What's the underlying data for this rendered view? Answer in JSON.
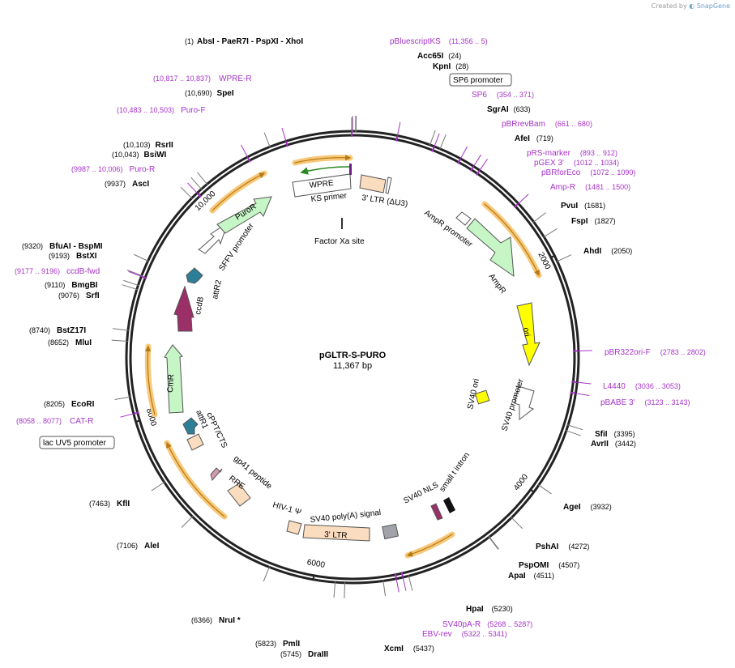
{
  "credit": {
    "prefix": "Created by",
    "brand": "SnapGene"
  },
  "plasmid": {
    "name": "pGLTR-S-PURO",
    "length": "11,367 bp",
    "bp": 11367
  },
  "colors": {
    "primer": "#a632c8",
    "site": "#000000",
    "arrow_green": "#c6f5c6",
    "ltr": "#fadcbe",
    "orf_highlight": "#f8c878",
    "orf_arrow": "#b47814",
    "ccdb": "#9b2f68",
    "attr": "#2c7f96",
    "ori": "#ffff00",
    "polyA": "#a0a4aa"
  },
  "sites": [
    {
      "name": "AbsI  - PaeR7I  - PspXI  - XhoI",
      "pos": "(1)",
      "bp": 1
    },
    {
      "name": "Acc65I",
      "pos": "(24)",
      "bp": 24
    },
    {
      "name": "KpnI",
      "pos": "(28)",
      "bp": 28
    },
    {
      "name": "SgrAI",
      "pos": "(633)",
      "bp": 633
    },
    {
      "name": "AfeI",
      "pos": "(719)",
      "bp": 719
    },
    {
      "name": "PvuI",
      "pos": "(1681)",
      "bp": 1681
    },
    {
      "name": "FspI",
      "pos": "(1827)",
      "bp": 1827
    },
    {
      "name": "AhdI",
      "pos": "(2050)",
      "bp": 2050
    },
    {
      "name": "SfiI",
      "pos": "(3395)",
      "bp": 3395
    },
    {
      "name": "AvrII",
      "pos": "(3442)",
      "bp": 3442
    },
    {
      "name": "AgeI",
      "pos": "(3932)",
      "bp": 3932
    },
    {
      "name": "PshAI",
      "pos": "(4272)",
      "bp": 4272
    },
    {
      "name": "PspOMI",
      "pos": "(4507)",
      "bp": 4507
    },
    {
      "name": "ApaI",
      "pos": "(4511)",
      "bp": 4511
    },
    {
      "name": "HpaI",
      "pos": "(5230)",
      "bp": 5230
    },
    {
      "name": "XcmI",
      "pos": "(5437)",
      "bp": 5437
    },
    {
      "name": "DraIII",
      "pos": "(5745)",
      "bp": 5745
    },
    {
      "name": "PmlI",
      "pos": "(5823)",
      "bp": 5823
    },
    {
      "name": "NruI *",
      "pos": "(6366)",
      "bp": 6366
    },
    {
      "name": "AleI",
      "pos": "(7106)",
      "bp": 7106
    },
    {
      "name": "KflI",
      "pos": "(7463)",
      "bp": 7463
    },
    {
      "name": "EcoRI",
      "pos": "(8205)",
      "bp": 8205
    },
    {
      "name": "MluI",
      "pos": "(8652)",
      "bp": 8652
    },
    {
      "name": "BstZ17I",
      "pos": "(8740)",
      "bp": 8740
    },
    {
      "name": "SrfI",
      "pos": "(9076)",
      "bp": 9076
    },
    {
      "name": "BmgBI",
      "pos": "(9110)",
      "bp": 9110
    },
    {
      "name": "BstXI",
      "pos": "(9193)",
      "bp": 9193
    },
    {
      "name": "BfuAI  - BspMI",
      "pos": "(9320)",
      "bp": 9320
    },
    {
      "name": "AscI",
      "pos": "(9937)",
      "bp": 9937
    },
    {
      "name": "BsiWI",
      "pos": "(10,043)",
      "bp": 10043
    },
    {
      "name": "RsrII",
      "pos": "(10,103)",
      "bp": 10103
    },
    {
      "name": "SpeI",
      "pos": "(10,690)",
      "bp": 10690
    }
  ],
  "primers": [
    {
      "name": "pBluescriptKS",
      "range": "(11,356 .. 5)",
      "bp": 11361
    },
    {
      "name": "SP6",
      "range": "(354 .. 371)",
      "bp": 362
    },
    {
      "name": "pBRrevBam",
      "range": "(661 .. 680)",
      "bp": 670
    },
    {
      "name": "pRS-marker",
      "range": "(893 .. 912)",
      "bp": 902
    },
    {
      "name": "pGEX 3'",
      "range": "(1012 .. 1034)",
      "bp": 1023
    },
    {
      "name": "pBRforEco",
      "range": "(1072 .. 1090)",
      "bp": 1081
    },
    {
      "name": "Amp-R",
      "range": "(1481 .. 1500)",
      "bp": 1490
    },
    {
      "name": "pBR322ori-F",
      "range": "(2783 .. 2802)",
      "bp": 2792
    },
    {
      "name": "L4440",
      "range": "(3036 .. 3053)",
      "bp": 3044
    },
    {
      "name": "pBABE 3'",
      "range": "(3123 .. 3143)",
      "bp": 3133
    },
    {
      "name": "SV40pA-R",
      "range": "(5268 .. 5287)",
      "bp": 5277
    },
    {
      "name": "EBV-rev",
      "range": "(5322 .. 5341)",
      "bp": 5331
    },
    {
      "name": "CAT-R",
      "range": "(8058 .. 8077)",
      "bp": 8067
    },
    {
      "name": "ccdB-fwd",
      "range": "(9177 .. 9196)",
      "bp": 9186
    },
    {
      "name": "Puro-R",
      "range": "(9987 .. 10,006)",
      "bp": 9996
    },
    {
      "name": "Puro-F",
      "range": "(10,483 .. 10,503)",
      "bp": 10493
    },
    {
      "name": "WPRE-R",
      "range": "(10,817 .. 10,837)",
      "bp": 10827
    }
  ],
  "boxed_labels": [
    {
      "name": "SP6 promoter",
      "bp": 362
    },
    {
      "name": "lac UV5 promoter",
      "bp": 8050
    }
  ],
  "ticks": [
    {
      "label": "2000",
      "bp": 2000
    },
    {
      "label": "4000",
      "bp": 4000
    },
    {
      "label": "6000",
      "bp": 6000
    },
    {
      "label": "8000",
      "bp": 8000
    },
    {
      "label": "10,000",
      "bp": 10000
    }
  ],
  "features": {
    "wpre": "WPRE",
    "ks_primer": "KS primer",
    "ltr5": "3' LTR (ΔU3)",
    "factor_xa": "Factor Xa site",
    "ampr_promoter": "AmpR promoter",
    "ampr": "AmpR",
    "ori": "ori",
    "sv40_ori": "SV40 ori",
    "sv40_promoter": "SV40 promoter",
    "sv40_nls": "SV40 NLS",
    "small_t_intron": "small t intron",
    "sv40_polya": "SV40 poly(A) signal",
    "ltr3": "3' LTR",
    "hiv_psi": "HIV-1 Ψ",
    "rre": "RRE",
    "gp41": "gp41 peptide",
    "cppt": "cPPT/CTS",
    "attr1": "attR1",
    "cmr": "CmR",
    "ccdb": "ccdB",
    "attr2": "attR2",
    "sffv_promoter": "SFFV promoter",
    "puror": "PuroR"
  }
}
